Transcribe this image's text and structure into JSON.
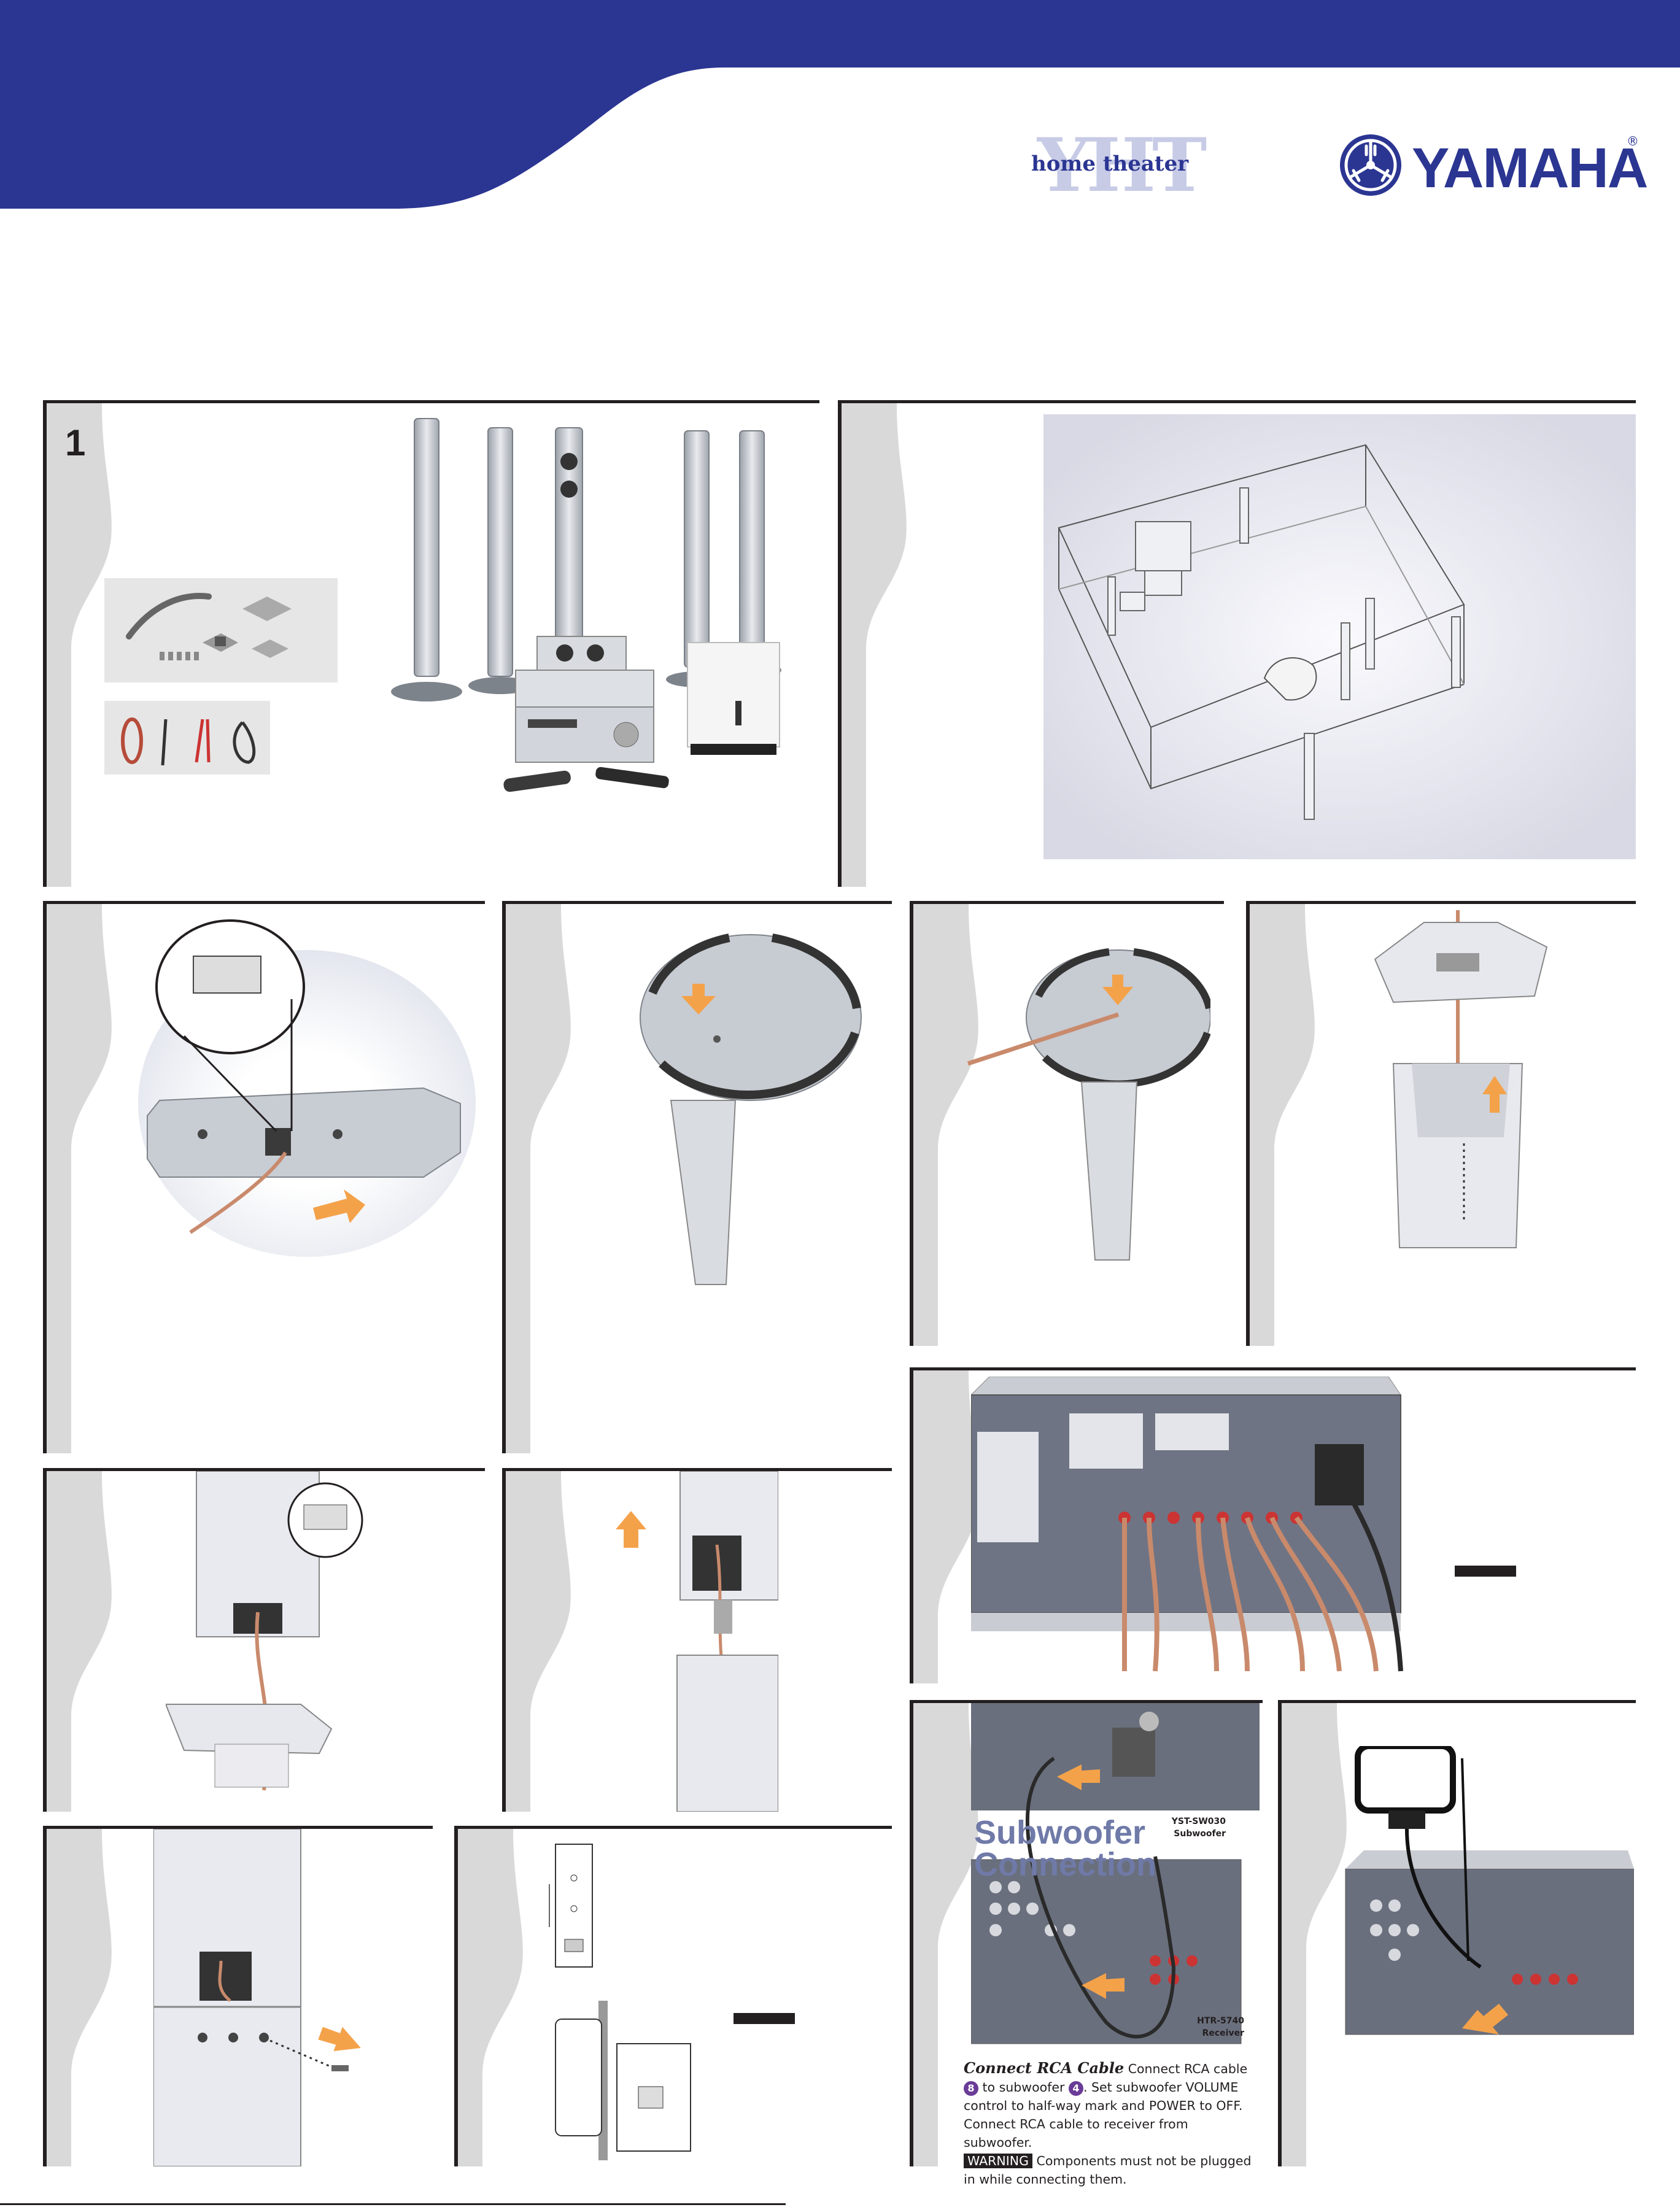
{
  "header": {
    "brand_sub_mark": "YHT",
    "brand_sub_text": "home theater",
    "brand_name": "YAMAHA",
    "registered": "®",
    "colors": {
      "band": "#2b3592",
      "ink": "#231f20",
      "arrow": "#f4a24a",
      "cable": "#c98a6c"
    }
  },
  "panels": {
    "step1": {
      "number": "1"
    }
  },
  "subwoofer": {
    "title": "Subwoofer\nConnection",
    "sw_label_1": "YST-SW030",
    "sw_label_2": "Subwoofer",
    "rx_label_1": "HTR-5740",
    "rx_label_2": "Receiver",
    "heading": "Connect RCA Cable",
    "text_a": " Connect RCA cable ",
    "badge_a": "8",
    "text_b": " to subwoofer ",
    "badge_b": "4",
    "text_c": ". Set subwoofer VOLUME control to half-way mark and POWER to OFF. Connect RCA cable to receiver from subwoofer.",
    "warning_label": "WARNING",
    "warning_text": " Components must not be plugged in while connecting them."
  }
}
